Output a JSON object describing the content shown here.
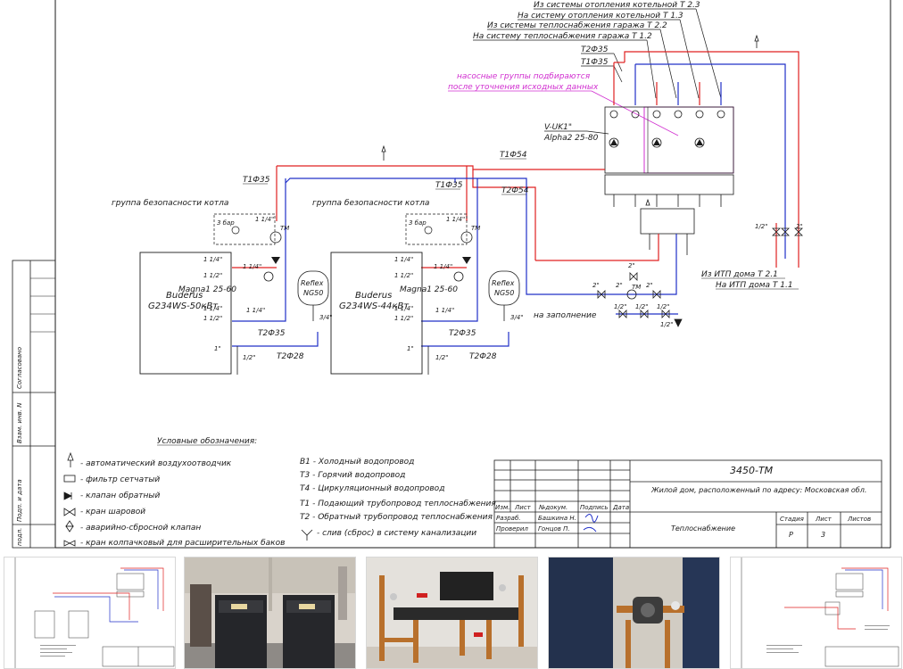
{
  "legend_title": "Условные обозначения:",
  "legend_items": [
    "- автоматический воздухоотводчик",
    "- фильтр сетчатый",
    "- клапан обратный",
    "- кран шаровой",
    "- аварийно-сбросной клапан",
    "- кран колпачковый для расширительных баков"
  ],
  "pipe_legend": [
    "В1 - Холодный водопровод",
    "Т3 - Горячий водопровод",
    "Т4 - Циркуляционный водопровод",
    "Т1 - Подающий трубопровод теплоснабжения",
    "Т2 - Обратный трубопровод теплоснабжения",
    "- слив (сброс) в систему канализации"
  ],
  "top_labels": [
    "Из системы отопления котельной Т 2.3",
    "На систему отопления котельной Т 1.3",
    "Из системы теплоснабжения гаража Т 2.2",
    "На систему теплоснабжения гаража Т 1.2"
  ],
  "note_lines": [
    "насосные группы подбираются",
    "после  уточнения исходных данных"
  ],
  "labels": {
    "t2f35_top": "Т2Ф35",
    "t1f35_top": "Т1Ф35",
    "vuk": "V-UK1\"",
    "alpha": "Alpha2 25-80",
    "t1f54": "Т1Ф54",
    "t2f54": "Т2Ф54",
    "t1f35_left": "Т1Ф35",
    "t1f35_mid": "Т1Ф35",
    "group1": "группа безопасности котла",
    "group2": "группа безопасности котла",
    "bar1": "3 бар",
    "bar2": "3 бар",
    "boiler1_name": "Buderus",
    "boiler1_model": "G234WS-50кВт",
    "boiler2_name": "Buderus",
    "boiler2_model": "G234WS-44кВт",
    "magna1": "Magna1 25-60",
    "magna2": "Magna1 25-60",
    "reflex1_a": "Reflex",
    "reflex1_b": "NG50",
    "reflex2_a": "Reflex",
    "reflex2_b": "NG50",
    "t2f35_b1": "Т2Ф35",
    "t2f35_b2": "Т2Ф35",
    "t2f28_b1": "Т2Ф28",
    "t2f28_b2": "Т2Ф28",
    "fill": "на заполнение",
    "itp_in": "Из ИТП дома Т 2.1",
    "itp_out": "На ИТП дома Т 1.1",
    "size_114": "1 1/4\"",
    "size_112": "1 1/2\"",
    "size_1": "1\"",
    "size_12": "1/2\"",
    "size_34": "3/4\"",
    "size_2": "2\"",
    "tm": "ТМ"
  },
  "side_stamps": [
    "Согласовано",
    "Взам. инв. N",
    "Подп. и дата",
    "подл."
  ],
  "title_block": {
    "code": "3450-ТМ",
    "object": "Жилой дом, расположенный по адресу: Московская обл.",
    "section": "Теплоснабжение",
    "header_cells": [
      "Изм.",
      "Лист",
      "№докум.",
      "Подпись",
      "Дата"
    ],
    "row1": [
      "Разраб.",
      "Башкина Н."
    ],
    "row2": [
      "Проверил",
      "Гонцов П."
    ],
    "stage_label": "Стадия",
    "sheet_label": "Лист",
    "sheets_label": "Листов",
    "stage": "Р",
    "sheet": "3"
  },
  "colors": {
    "supply": "#e02020",
    "return": "#2030c8",
    "magenta": "#d12fd0",
    "line": "#1a1a1a"
  },
  "thumbnails": [
    {
      "kind": "drawing"
    },
    {
      "kind": "photo-boilers"
    },
    {
      "kind": "photo-pipes"
    },
    {
      "kind": "photo-pump"
    },
    {
      "kind": "drawing"
    }
  ]
}
